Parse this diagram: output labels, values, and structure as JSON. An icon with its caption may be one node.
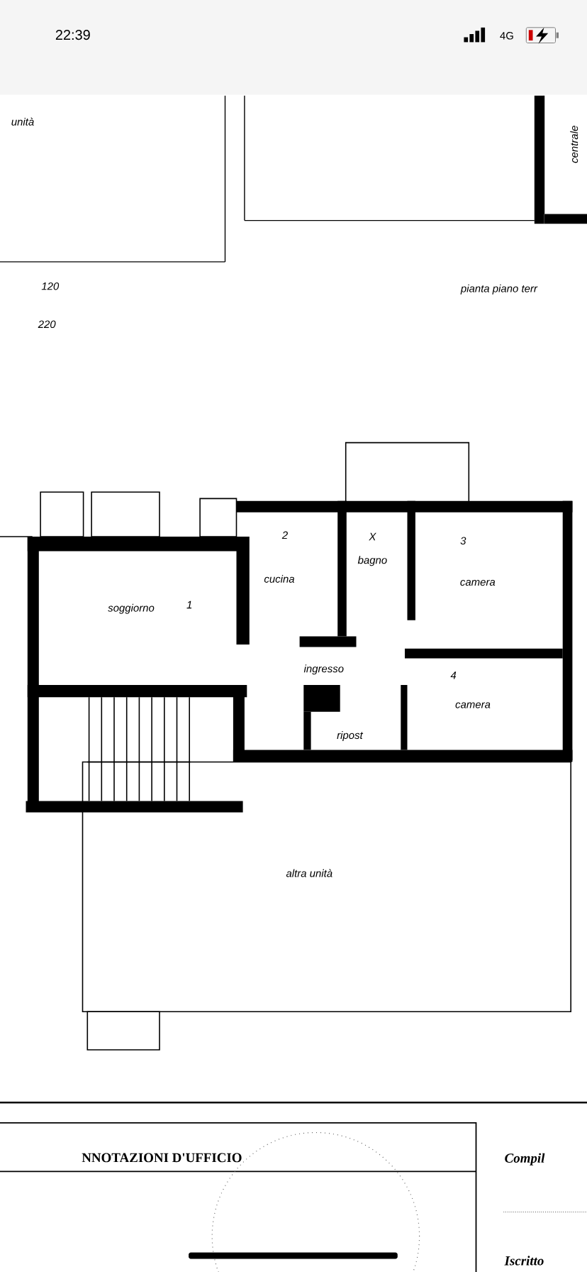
{
  "diagram": {
    "labels": [
      "22:39",
      "4G",
      "unità",
      "centrale",
      "120",
      "pianta piano terr",
      "220",
      "2",
      "X",
      "3",
      "1",
      "cucina",
      "bagno",
      "camera",
      "soggiorno",
      "4",
      "ingresso",
      "camera",
      "ripost",
      "altra unità",
      "NNOTAZIONI D'UFFICIO",
      "Compil",
      "Iscritto"
    ]
  }
}
